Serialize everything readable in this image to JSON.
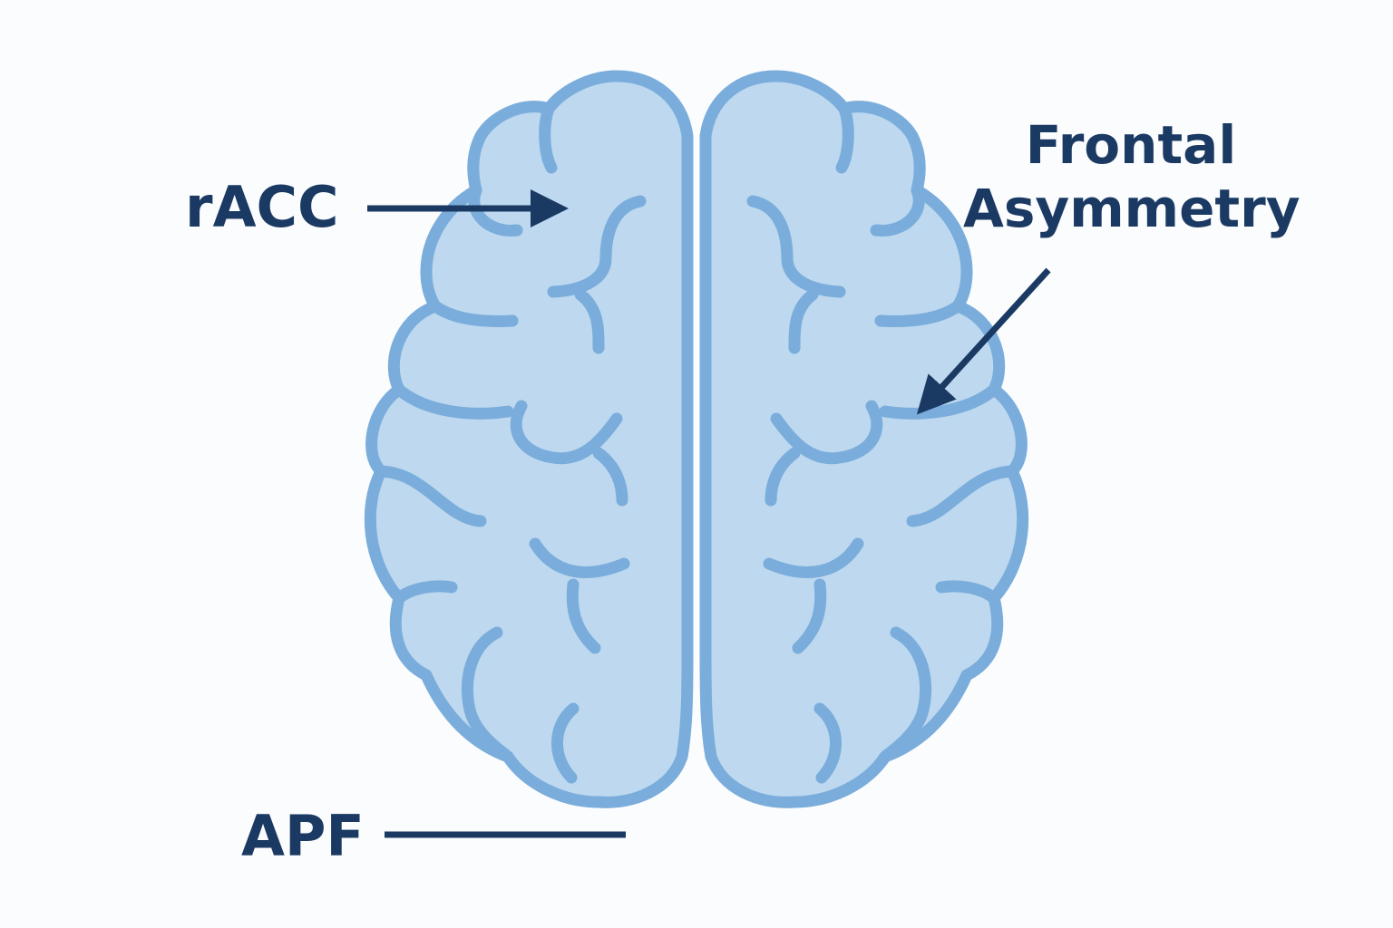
{
  "labels": {
    "racc": "rACC",
    "frontal_line1": "Frontal",
    "frontal_line2": "Asymmetry",
    "apf": "APF"
  },
  "colors": {
    "background": "#fbfcfd",
    "brain_fill": "#bdd8ef",
    "brain_outline": "#7aaddb",
    "label_text": "#1b3a63",
    "arrow": "#1b3a63"
  },
  "icons": {
    "brain": "brain-top-view-icon"
  }
}
